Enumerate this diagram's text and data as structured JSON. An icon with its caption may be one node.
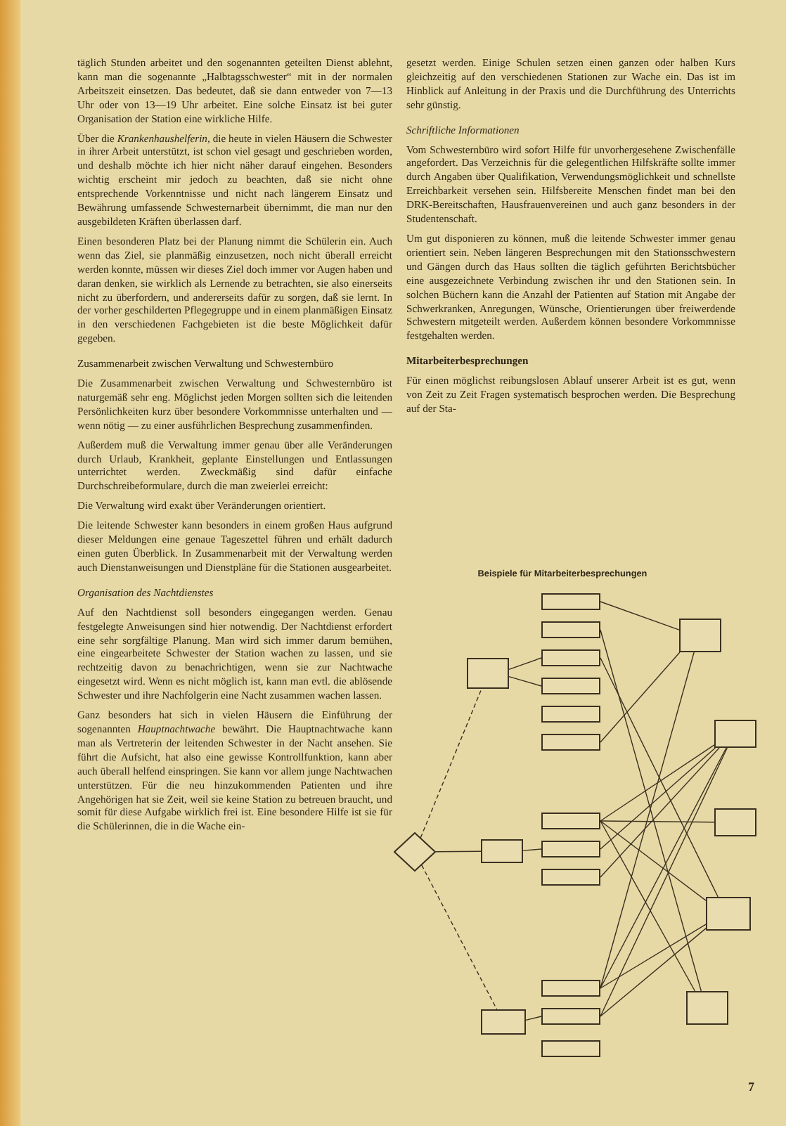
{
  "diagram": {
    "title": "Beispiele für Mitarbeiterbesprechungen",
    "nodes": [
      {
        "text": [],
        "shape": "box"
      },
      {
        "text": [],
        "shape": "box"
      },
      {
        "text": [],
        "shape": "box"
      },
      {
        "text": [],
        "shape": "box"
      },
      {
        "text": [],
        "shape": "box"
      },
      {
        "text": [],
        "shape": "box"
      },
      {
        "text": [],
        "shape": "box"
      },
      {
        "text": [],
        "shape": "box"
      },
      {
        "text": [],
        "shape": "box"
      },
      {
        "text": [],
        "shape": "diamond"
      },
      {
        "text": [],
        "shape": "box"
      },
      {
        "text": [],
        "shape": "box"
      },
      {
        "text": [],
        "shape": "box"
      },
      {
        "text": [],
        "shape": "box"
      },
      {
        "text": [],
        "shape": "box"
      },
      {
        "text": [],
        "shape": "box"
      },
      {
        "text": [],
        "shape": "box"
      },
      {
        "text": [],
        "shape": "box"
      },
      {
        "text": [],
        "shape": "box"
      },
      {
        "text": [],
        "shape": "box"
      },
      {
        "text": [],
        "shape": "box"
      }
    ],
    "edges": [
      {
        "from": 9,
        "to": 0,
        "arrow": "none",
        "style": "dashed"
      },
      {
        "from": 0,
        "to": 3,
        "arrow": "none"
      },
      {
        "from": 0,
        "to": 4,
        "arrow": "none"
      },
      {
        "from": 9,
        "to": 10,
        "arrow": "none"
      },
      {
        "from": 10,
        "to": 12,
        "arrow": "none"
      },
      {
        "from": 9,
        "to": 17,
        "arrow": "none",
        "style": "dashed"
      },
      {
        "from": 17,
        "to": 19,
        "arrow": "none"
      },
      {
        "from": 1,
        "to": 7,
        "arrow": "none"
      },
      {
        "from": 6,
        "to": 7,
        "arrow": "none"
      },
      {
        "from": 2,
        "to": 16,
        "arrow": "none"
      },
      {
        "from": 3,
        "to": 15,
        "arrow": "none"
      },
      {
        "from": 11,
        "to": 8,
        "arrow": "none"
      },
      {
        "from": 12,
        "to": 8,
        "arrow": "none"
      },
      {
        "from": 13,
        "to": 8,
        "arrow": "none"
      },
      {
        "from": 11,
        "to": 14,
        "arrow": "none"
      },
      {
        "from": 11,
        "to": 15,
        "arrow": "none"
      },
      {
        "from": 11,
        "to": 16,
        "arrow": "none"
      },
      {
        "from": 18,
        "to": 7,
        "arrow": "none"
      },
      {
        "from": 18,
        "to": 8,
        "arrow": "none"
      },
      {
        "from": 18,
        "to": 15,
        "arrow": "none"
      },
      {
        "from": 19,
        "to": 15,
        "arrow": "none"
      },
      {
        "from": 19,
        "to": 8,
        "arrow": "none"
      }
    ],
    "labels": [
      "täglich Stunden arbeitet und den sogenannten geteilten Dienst ablehnt, kann man die sogenannte „Halbtagsschwester“ mit in der normalen Arbeitszeit einsetzen. Das bedeutet, daß sie dann entweder von 7—13 Uhr oder von 13—19 Uhr arbeitet. Eine solche Einsatz ist bei guter Organisation der Station eine wirkliche Hilfe.",
      "Über die *Krankenhaushelferin*, die heute in vielen Häusern die Schwester in ihrer Arbeit unterstützt, ist schon viel gesagt und geschrieben worden, und deshalb möchte ich hier nicht näher darauf eingehen. Besonders wichtig erscheint mir jedoch zu beachten, daß sie nicht ohne entsprechende Vorkenntnisse und nicht nach längerem Einsatz und Bewährung umfassende Schwesternarbeit übernimmt, die man nur den ausgebildeten Kräften überlassen darf.",
      "Einen besonderen Platz bei der Planung nimmt die Schülerin ein. Auch wenn das Ziel, sie planmäßig einzusetzen, noch nicht überall erreicht werden konnte, müssen wir dieses Ziel doch immer vor Augen haben und daran denken, sie wirklich als Lernende zu betrachten, sie also einerseits nicht zu überfordern, und andererseits dafür zu sorgen, daß sie lernt. In der vorher geschilderten Pflegegruppe und in einem planmäßigen Einsatz in den verschiedenen Fachgebieten ist die beste Möglichkeit dafür gegeben.",
      "Zusammenarbeit zwischen Verwaltung und Schwesternbüro",
      "Die Zusammenarbeit zwischen Verwaltung und Schwesternbüro ist naturgemäß sehr eng. Möglichst jeden Morgen sollten sich die leitenden Persönlichkeiten kurz über besondere Vorkommnisse unterhalten und — wenn nötig — zu einer ausführlichen Besprechung zusammenfinden.",
      "Außerdem muß die Verwaltung immer genau über alle Veränderungen durch Urlaub, Krankheit, geplante Einstellungen und Entlassungen unterrichtet werden. Zweckmäßig sind dafür einfache Durchschreibeformulare, durch die man zweierlei erreicht:",
      "Die Verwaltung wird exakt über Veränderungen orientiert.",
      "Die leitende Schwester kann besonders in einem großen Haus aufgrund dieser Meldungen eine genaue Tageszettel führen und erhält dadurch einen guten Überblick. In Zusammenarbeit mit der Verwaltung werden auch Dienstanweisungen und Dienstpläne für die Stationen ausgearbeitet.",
      "Organisation des Nachtdienstes",
      "Auf den Nachtdienst soll besonders eingegangen werden. Genau festgelegte Anweisungen sind hier notwendig. Der Nachtdienst erfordert eine sehr sorgfältige Planung. Man wird sich immer darum bemühen, eine eingearbeitete Schwester der Station wachen zu lassen, und sie rechtzeitig davon zu benachrichtigen, wenn sie zur Nachtwache eingesetzt wird. Wenn es nicht möglich ist, kann man evtl. die ablösende Schwester und ihre Nachfolgerin eine Nacht zusammen wachen lassen.",
      "Ganz besonders hat sich in vielen Häusern die Einführung der sogenannten *Hauptnachtwache* bewährt. Die Hauptnachtwache kann man als Vertreterin der leitenden Schwester in der Nacht ansehen. Sie führt die Aufsicht, hat also eine gewisse Kontrollfunktion, kann aber auch überall helfend einspringen. Sie kann vor allem junge Nachtwachen unterstützen. Für die neu hinzukommenden Patienten und ihre Angehörigen hat sie Zeit, weil sie keine Station zu betreuen braucht, und somit für diese Aufgabe wirklich frei ist. Eine besondere Hilfe ist sie für die Schülerinnen, die in die Wache ein-",
      "gesetzt werden. Einige Schulen setzen einen ganzen oder halben Kurs gleichzeitig auf den verschiedenen Stationen zur Wache ein. Das ist im Hinblick auf Anleitung in der Praxis und die Durchführung des Unterrichts sehr günstig.",
      "Schriftliche Informationen",
      "Vom Schwesternbüro wird sofort Hilfe für unvorhergesehene Zwischenfälle angefordert. Das Verzeichnis für die gelegentlichen Hilfskräfte sollte immer durch Angaben über Qualifikation, Verwendungsmöglichkeit und schnellste Erreichbarkeit versehen sein. Hilfsbereite Menschen findet man bei den DRK-Bereitschaften, Hausfrauenvereinen und auch ganz besonders in der Studentenschaft.",
      "Um gut disponieren zu können, muß die leitende Schwester immer genau orientiert sein. Neben längeren Besprechungen mit den Stationsschwestern und Gängen durch das Haus sollten die täglich geführten Berichtsbücher eine ausgezeichnete Verbindung zwischen ihr und den Stationen sein. In solchen Büchern kann die Anzahl der Patienten auf Station mit Angabe der Schwerkranken, Anregungen, Wünsche, Orientierungen über freiwerdende Schwestern mitgeteilt werden. Außerdem können besondere Vorkommnisse festgehalten werden.",
      "Mitarbeiterbesprechungen",
      "Für einen möglichst reibungslosen Ablauf unserer Arbeit ist es gut, wenn von Zeit zu Zeit Fragen systematisch besprochen werden. Die Besprechung auf der Sta-",
      "7"
    ]
  }
}
